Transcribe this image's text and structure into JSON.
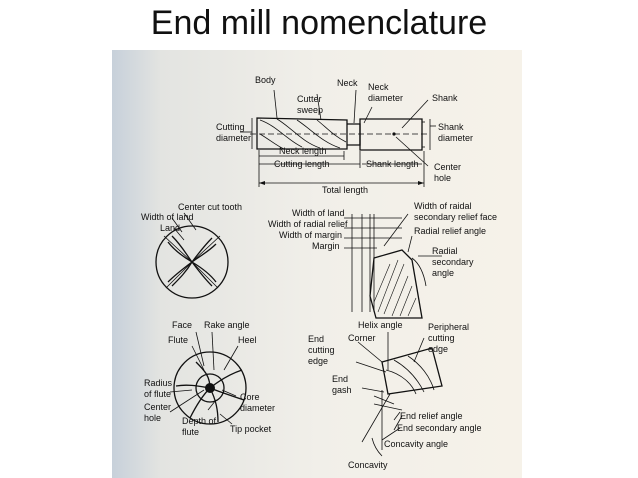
{
  "slide": {
    "title": "End mill nomenclature"
  },
  "labels": {
    "body": "Body",
    "neck": "Neck",
    "neck_diameter": [
      "Neck",
      "diameter"
    ],
    "shank": "Shank",
    "cutter_sweep": [
      "Cutter",
      "sweep"
    ],
    "cutting_diameter": [
      "Cutting",
      "diameter"
    ],
    "shank_diameter": [
      "Shank",
      "diameter"
    ],
    "neck_length": "Neck length",
    "cutting_length": "Cutting length",
    "shank_length": "Shank length",
    "center_hole": [
      "Center",
      "hole"
    ],
    "total_length": "Total length",
    "center_cut_tooth": "Center cut tooth",
    "width_of_land_1": "Width of land",
    "land": "Land",
    "width_of_land_2": "Width of land",
    "width_of_radial_relief": "Width of radial relief",
    "width_of_margin": "Width of margin",
    "margin": "Margin",
    "width_of_radial_secondary": [
      "Width of raidal",
      "secondary relief face"
    ],
    "radial_relief_angle": "Radial relief angle",
    "radial_secondary_angle": [
      "Radial",
      "secondary",
      "angle"
    ],
    "face": "Face",
    "rake_angle": "Rake angle",
    "flute": "Flute",
    "heel": "Heel",
    "radius_of_flute": [
      "Radius",
      "of flute"
    ],
    "center_hole_2": [
      "Center",
      "hole"
    ],
    "depth_of_flute": [
      "Depth of",
      "flute"
    ],
    "core_diameter": [
      "Core",
      "diameter"
    ],
    "tip_pocket": "Tip pocket",
    "helix_angle": "Helix angle",
    "corner": "Corner",
    "peripheral_cutting_edge": [
      "Peripheral",
      "cutting",
      "edge"
    ],
    "end_cutting_edge": [
      "End",
      "cutting",
      "edge"
    ],
    "end_gash": [
      "End",
      "gash"
    ],
    "end_relief_angle": "End relief angle",
    "end_secondary_angle": "End secondary angle",
    "concavity_angle": "Concavity angle",
    "concavity": "Concavity"
  }
}
